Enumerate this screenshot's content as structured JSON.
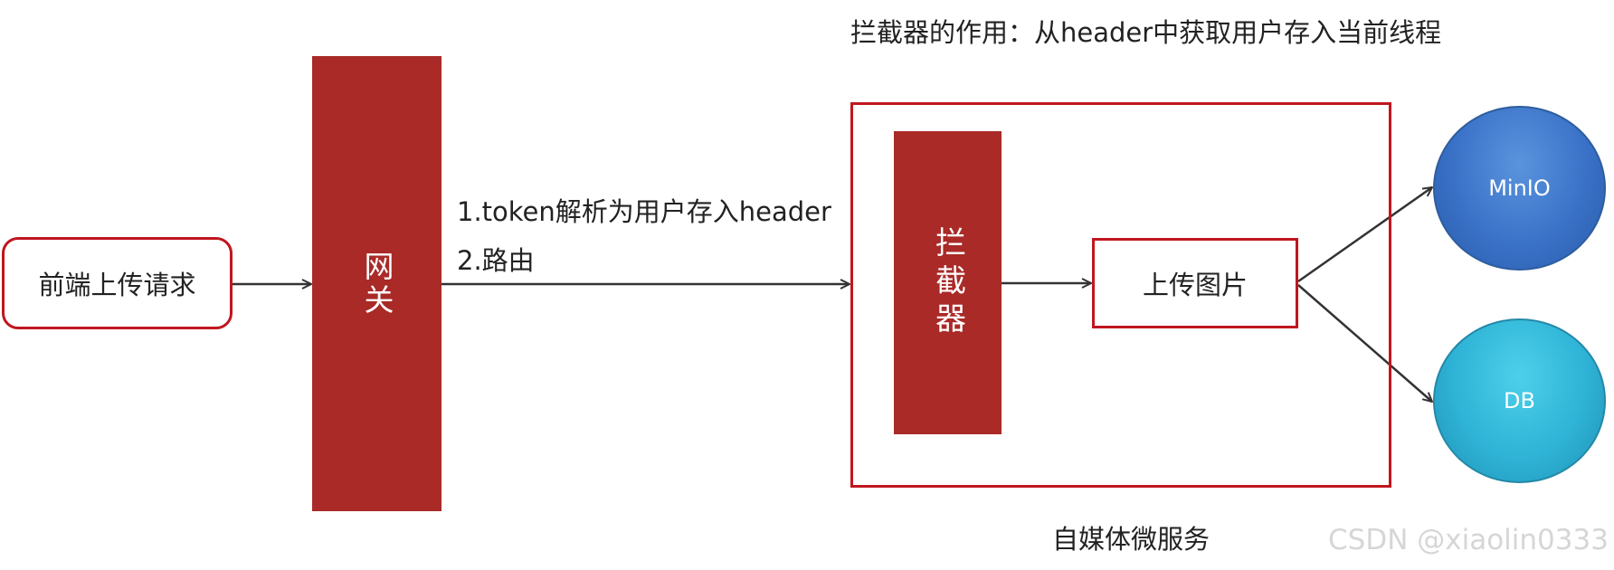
{
  "title": "拦截器的作用：从header中获取用户存入当前线程",
  "nodes": {
    "frontend": "前端上传请求",
    "gateway": "网关",
    "interceptor": "拦截器",
    "upload": "上传图片",
    "minio": "MinIO",
    "db": "DB"
  },
  "edge_labels": {
    "step1": "1.token解析为用户存入header",
    "step2": "2.路由"
  },
  "service_caption": "自媒体微服务",
  "watermark": "CSDN @xiaolin0333",
  "colors": {
    "block_red": "#a92a27",
    "border_red": "#c0161f",
    "minio_blue": "#3a72c8",
    "db_cyan": "#2fb3d6"
  }
}
